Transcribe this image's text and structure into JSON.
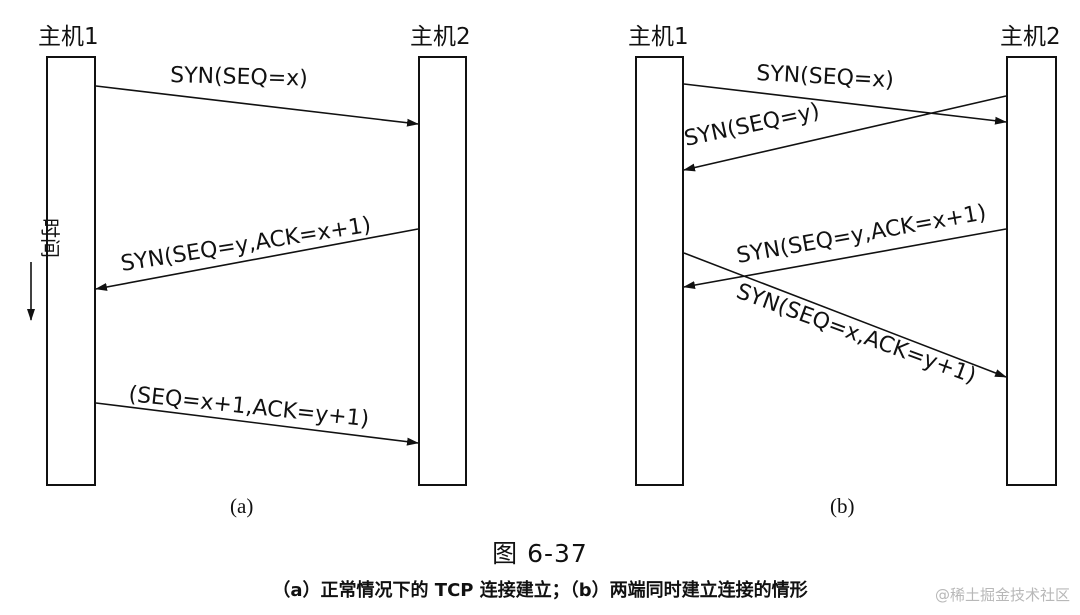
{
  "panel_a": {
    "host1_label": "主机1",
    "host2_label": "主机2",
    "messages": [
      {
        "label": "SYN(SEQ=x)",
        "direction": "right"
      },
      {
        "label": "SYN(SEQ=y,ACK=x+1)",
        "direction": "left"
      },
      {
        "label": "(SEQ=x+1,ACK=y+1)",
        "direction": "right"
      }
    ],
    "panel_label": "(a)",
    "time_label": "时间"
  },
  "panel_b": {
    "host1_label": "主机1",
    "host2_label": "主机2",
    "messages": [
      {
        "label": "SYN(SEQ=x)",
        "direction": "right"
      },
      {
        "label": "SYN(SEQ=y)",
        "direction": "left"
      },
      {
        "label": "SYN(SEQ=y,ACK=x+1)",
        "direction": "left"
      },
      {
        "label": "SYN(SEQ=x,ACK=y+1)",
        "direction": "right"
      }
    ],
    "panel_label": "(b)"
  },
  "figure": {
    "title": "图    6-37",
    "caption": "（a）正常情况下的 TCP 连接建立；（b）两端同时建立连接的情形"
  },
  "watermark": "@稀土掘金技术社区",
  "colors": {
    "ink": "#111111",
    "watermark": "#b8b8b8"
  }
}
